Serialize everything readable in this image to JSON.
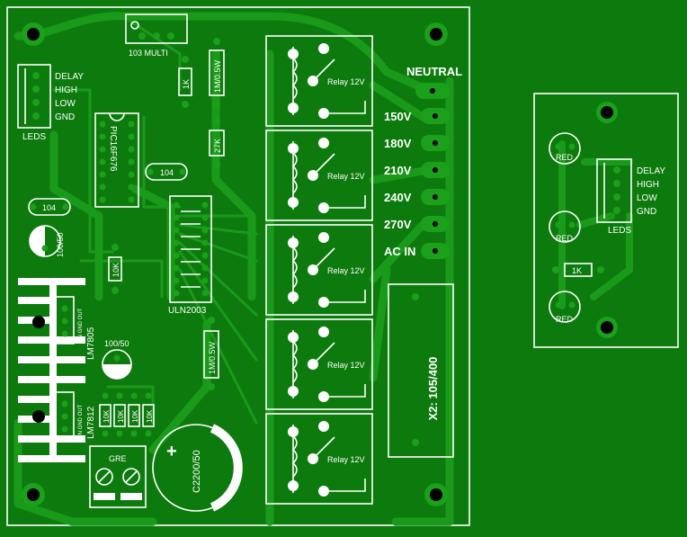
{
  "colors": {
    "board": "#0d7a0d",
    "trace": "#1a9a1a",
    "silkscreen": "#ffffff",
    "hole": "#000000"
  },
  "main_board": {
    "trimmer_label": "103 MULTI",
    "leds_header": {
      "pins": [
        "DELAY",
        "HIGH",
        "LOW",
        "GND"
      ],
      "caption": "LEDS"
    },
    "resistors": {
      "r_1k": "1K",
      "r_1m_top": "1M/0.5W",
      "r_27k": "27K",
      "r_1m_bottom": "1M/0.5W",
      "r_10k": "10K",
      "r_row": [
        "10K",
        "10K",
        "10K",
        "10K"
      ]
    },
    "mcu_label": "PIC16F676",
    "cap_104_a": "104",
    "cap_104_b": "104",
    "cap_100_50_a": "100/50",
    "cap_100_50_b": "100/50",
    "driver_label": "ULN2003",
    "regulators": [
      {
        "name": "LM7805",
        "pins": "IN  GND  OUT"
      },
      {
        "name": "LM7812",
        "pins": "IN  GND  OUT"
      }
    ],
    "terminal_label": "GRE",
    "main_cap": {
      "polarity": "+",
      "label": "C2200/50"
    },
    "relays": [
      "Relay 12V",
      "Relay 12V",
      "Relay 12V",
      "Relay 12V",
      "Relay 12V"
    ],
    "connectors": [
      "NEUTRAL",
      "150V",
      "180V",
      "210V",
      "240V",
      "270V",
      "AC IN"
    ],
    "transformer_label": "X2: 105/400"
  },
  "led_board": {
    "leds": [
      "RED",
      "RED",
      "RED"
    ],
    "header_pins": [
      "DELAY",
      "HIGH",
      "LOW",
      "GND"
    ],
    "caption": "LEDS",
    "resistor": "1K"
  }
}
